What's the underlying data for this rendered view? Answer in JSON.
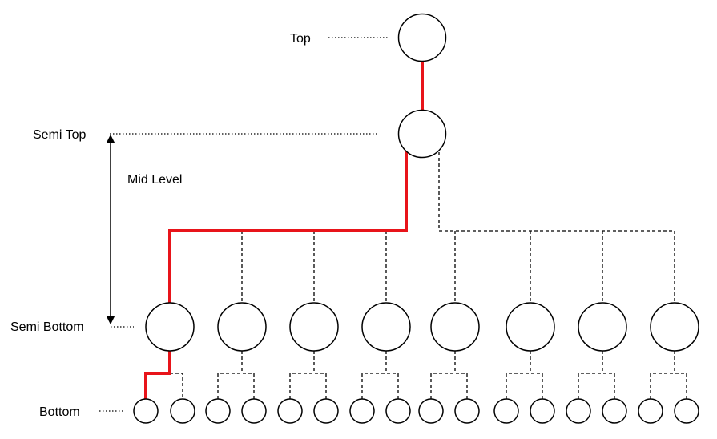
{
  "labels": {
    "top": "Top",
    "semi_top": "Semi Top",
    "mid_level": "Mid Level",
    "semi_bottom": "Semi Bottom",
    "bottom": "Bottom"
  },
  "tree": {
    "levels": [
      "Top",
      "Semi Top",
      "Semi Bottom",
      "Bottom"
    ],
    "semi_bottom_count": 8,
    "bottom_per_parent": 2,
    "highlight_color": "#e8141a",
    "highlighted_path": "Top > Semi Top > first Semi Bottom > first Bottom"
  }
}
